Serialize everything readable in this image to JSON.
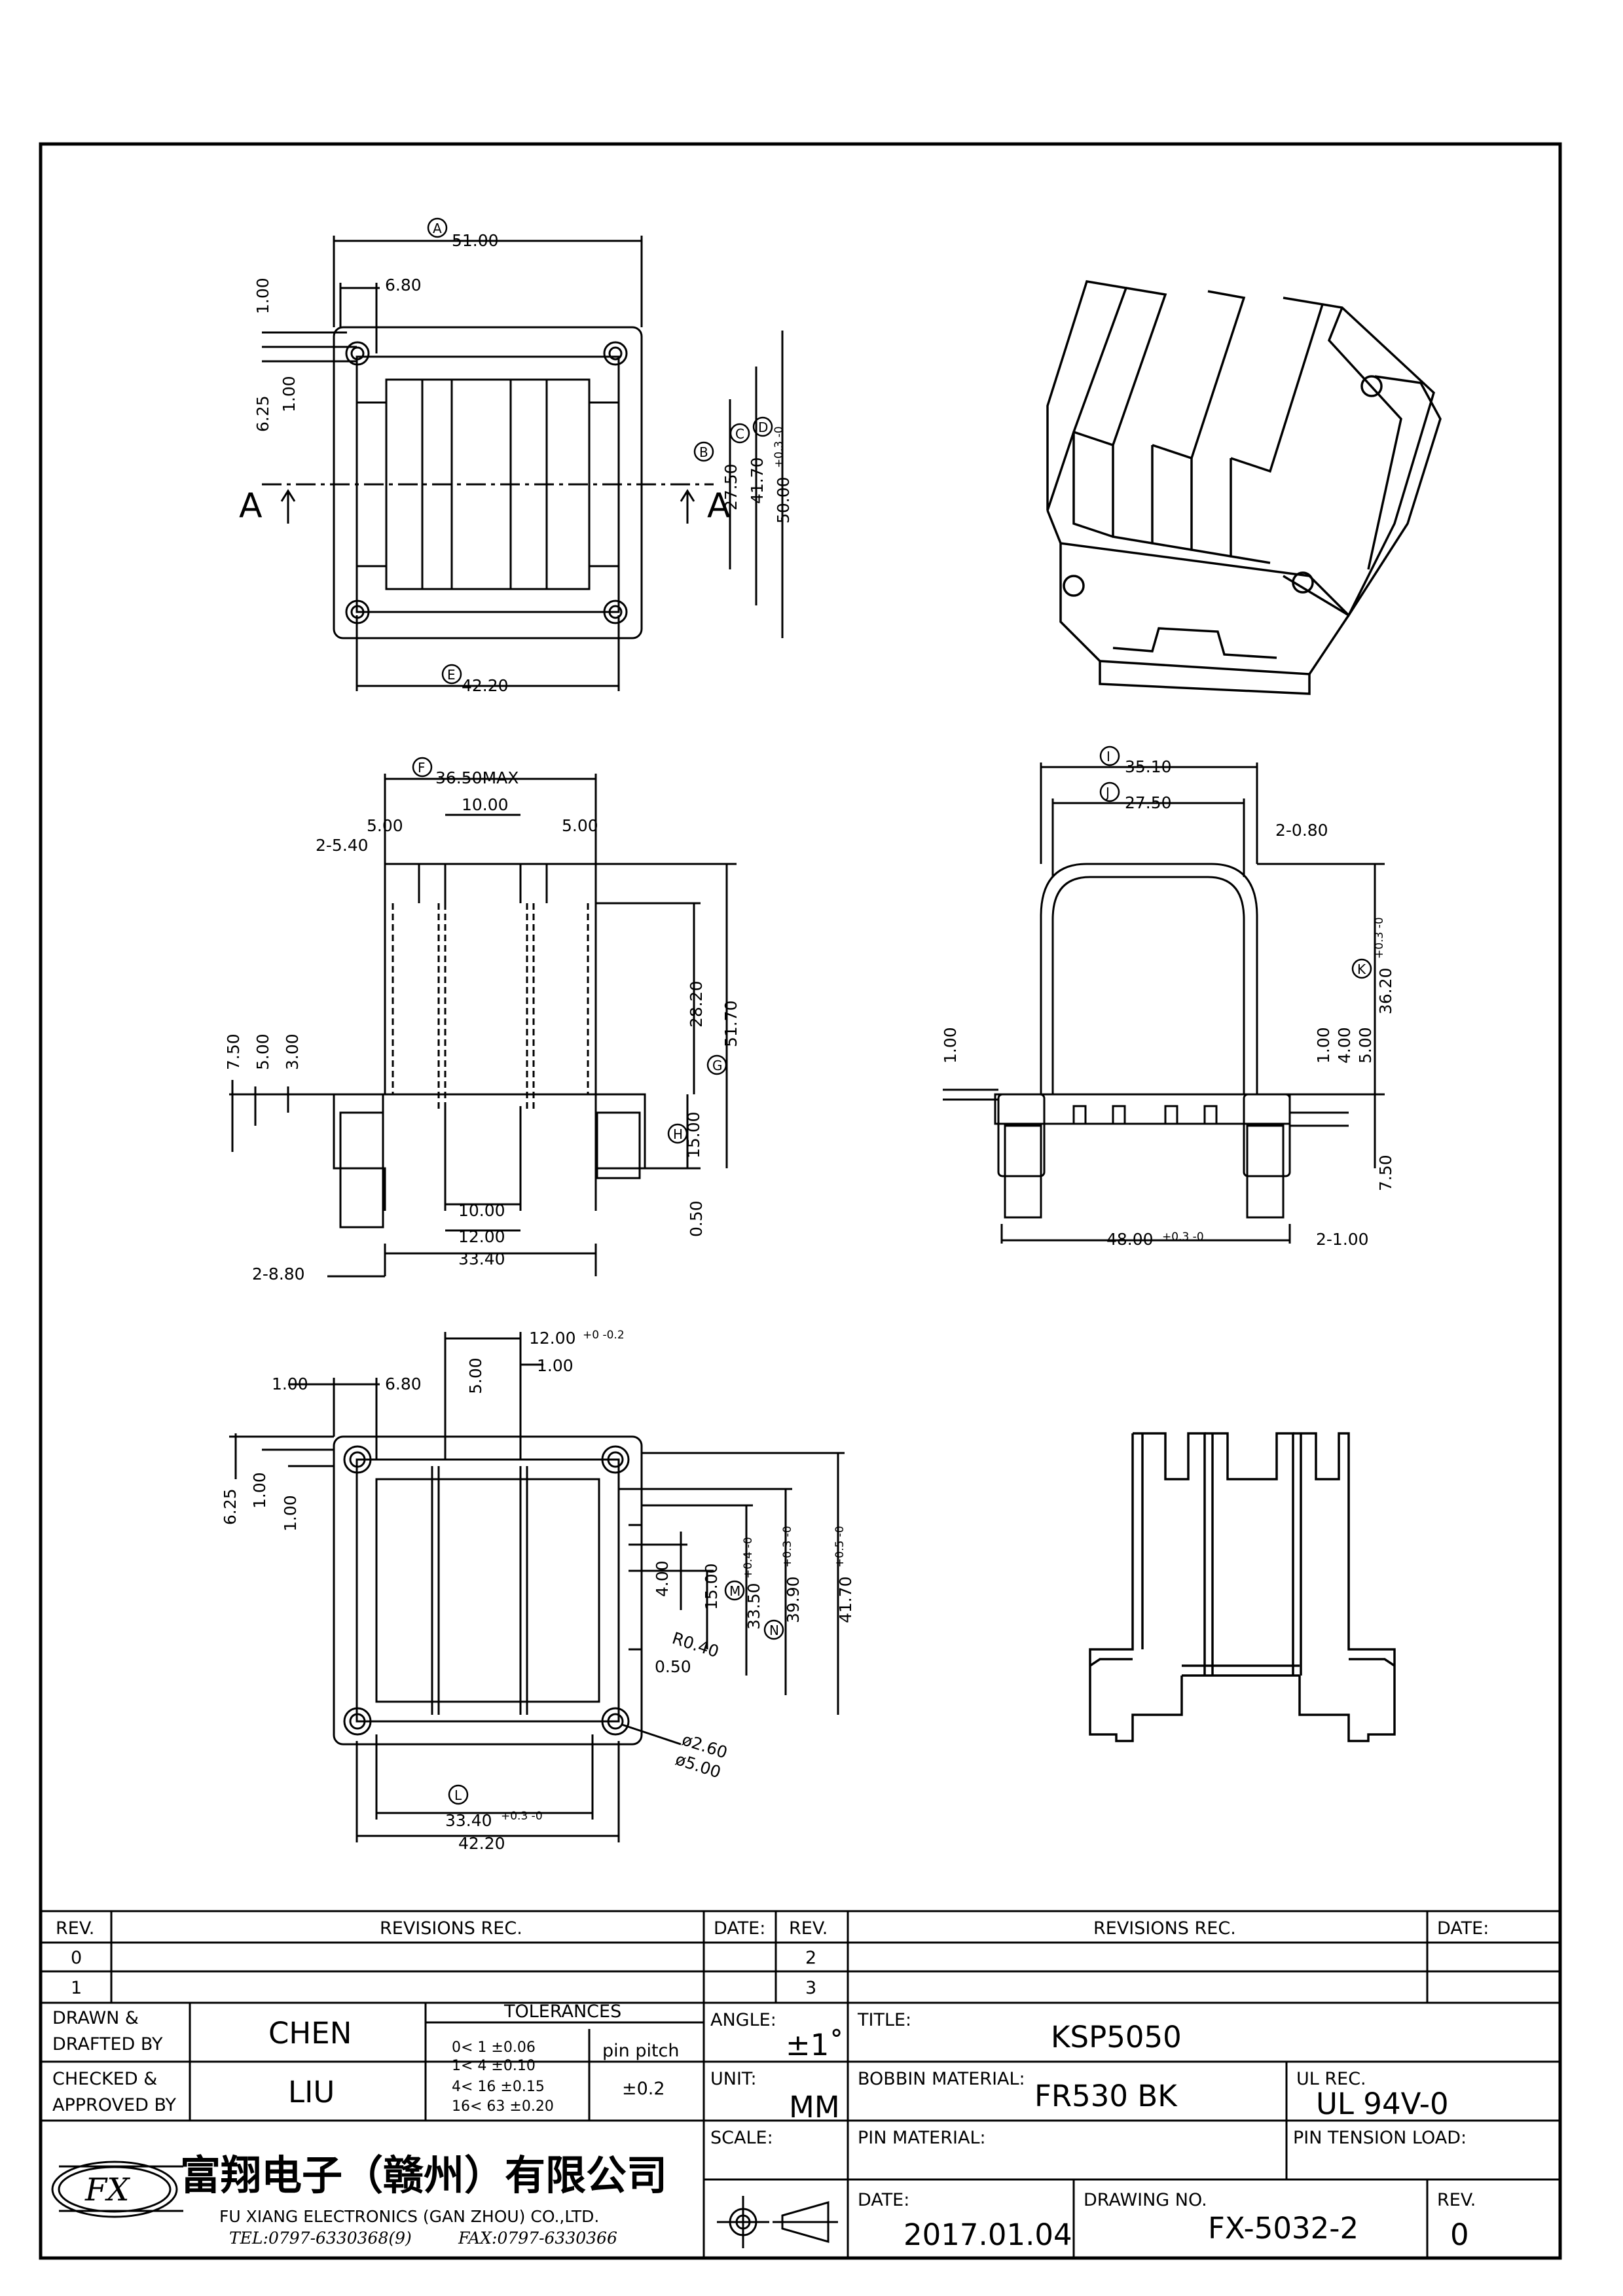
{
  "views": {
    "top": {
      "dims": {
        "A": "51.00",
        "B": "27.50",
        "C": "41.70",
        "D": "50.00",
        "E": "42.20"
      },
      "d_tol": "+0.3 -0",
      "labels": {
        "w680": "6.80",
        "t100a": "1.00",
        "t625": "6.25",
        "t100b": "1.00"
      },
      "section": "A"
    },
    "front": {
      "dims": {
        "F": "36.50MAX",
        "G": "51.70",
        "H": "15.00"
      },
      "labels": {
        "w1000": "10.00",
        "w500a": "5.00",
        "w500b": "5.00",
        "slot": "2-5.40",
        "h2820": "28.20",
        "h750": "7.50",
        "h500": "5.00",
        "h300": "3.00",
        "b1000": "10.00",
        "b1200": "12.00",
        "b3340": "33.40",
        "b880": "2-8.80",
        "b050": "0.50"
      }
    },
    "side": {
      "dims": {
        "I": "35.10",
        "J": "27.50",
        "K": "36.20"
      },
      "k_tol": "+0.3 -0",
      "labels": {
        "w080": "2-0.80",
        "h100a": "1.00",
        "h100b": "1.00",
        "h400": "4.00",
        "h500": "5.00",
        "h750": "7.50",
        "b48": "48.00",
        "b48tol": "+0.3 -0",
        "b100": "2-1.00"
      }
    },
    "bottom": {
      "dims": {
        "L": "33.40",
        "M": "33.50",
        "N": "39.90"
      },
      "l_tol": "+0.3 -0",
      "m_tol": "+0.4 -0",
      "n_tol": "+0.3 -0",
      "labels": {
        "t1200": "12.00",
        "t1200tol": "+0 -0.2",
        "t500": "5.00",
        "t100": "1.00",
        "t100l": "1.00",
        "t680": "6.80",
        "l625": "6.25",
        "l100a": "1.00",
        "l100b": "1.00",
        "r400": "4.00",
        "r1500": "15.00",
        "r4170": "41.70",
        "r4170tol": "+0.5 -0",
        "r040": "R0.40",
        "r050": "0.50",
        "d260": "ø2.60",
        "d500": "ø5.00",
        "b4220": "42.20"
      }
    }
  },
  "revisions": {
    "header": {
      "rev": "REV.",
      "rec": "REVISIONS  REC.",
      "date": "DATE:"
    },
    "left_rows": [
      "0",
      "1"
    ],
    "right_rows": [
      "2",
      "3"
    ]
  },
  "title_block": {
    "drawn_label": "DRAWN &\nDRAFTED BY",
    "drawn_line1": "DRAWN &",
    "drawn_line2": "DRAFTED BY",
    "drawn_value": "CHEN",
    "checked_line1": "CHECKED &",
    "checked_line2": "APPROVED BY",
    "checked_value": "LIU",
    "tolerances_label": "TOLERANCES",
    "tol_rows": [
      "0<  1   ±0.06",
      "1<  4   ±0.10",
      "4<  16  ±0.15",
      "16<  63  ±0.20"
    ],
    "pin_pitch_label": "pin  pitch",
    "pin_pitch_value": "±0.2",
    "angle_label": "ANGLE:",
    "angle_value": "±1˚",
    "unit_label": "UNIT:",
    "unit_value": "MM",
    "scale_label": "SCALE:",
    "title_label": "TITLE:",
    "title_value": "KSP5050",
    "bobbin_label": "BOBBIN  MATERIAL:",
    "bobbin_value": "FR530  BK",
    "ul_label": "UL  REC.",
    "ul_value": "UL  94V-0",
    "pin_material_label": "PIN  MATERIAL:",
    "pin_tension_label": "PIN  TENSION  LOAD:",
    "date_label": "DATE:",
    "date_value": "2017.01.04",
    "drawing_no_label": "DRAWING  NO.",
    "drawing_no_value": "FX-5032-2",
    "rev_label": "REV.",
    "rev_value": "0"
  },
  "company": {
    "name_cn": "富翔电子（赣州）有限公司",
    "name_en": "FU  XIANG  ELECTRONICS  (GAN  ZHOU)  CO.,LTD.",
    "tel": "TEL:0797-6330368(9)",
    "fax": "FAX:0797-6330366",
    "logo_text": "FX"
  }
}
